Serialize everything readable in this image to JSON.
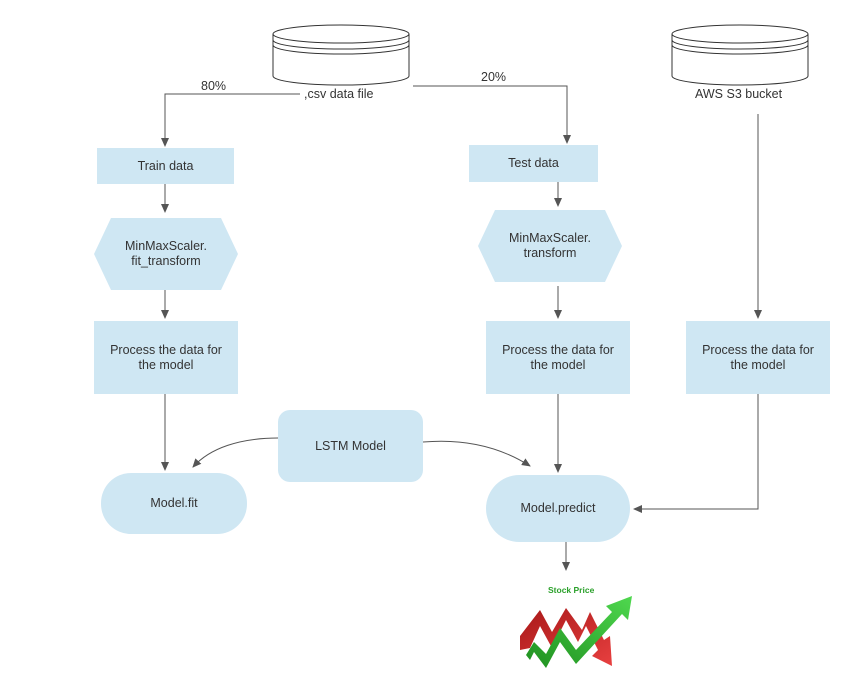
{
  "sources": {
    "csv_label": ",csv data file",
    "s3_label": "AWS S3 bucket"
  },
  "split": {
    "train_pct": "80%",
    "test_pct": "20%"
  },
  "train_branch": {
    "data_label": "Train data",
    "scaler_label": "MinMaxScaler.\nfit_transform",
    "process_label": "Process the data for the model",
    "fit_label": "Model.fit"
  },
  "test_branch": {
    "data_label": "Test data",
    "scaler_label": "MinMaxScaler.\ntransform",
    "process_label": "Process the data for the model",
    "predict_label": "Model.predict"
  },
  "s3_branch": {
    "process_label": "Process the data for the model"
  },
  "model": {
    "label": "LSTM Model"
  },
  "output": {
    "label": "Stock Price"
  },
  "colors": {
    "box_fill": "#cfe7f3",
    "line": "#555555",
    "arrow_up": "#2db52d",
    "arrow_down": "#d42a2a"
  }
}
